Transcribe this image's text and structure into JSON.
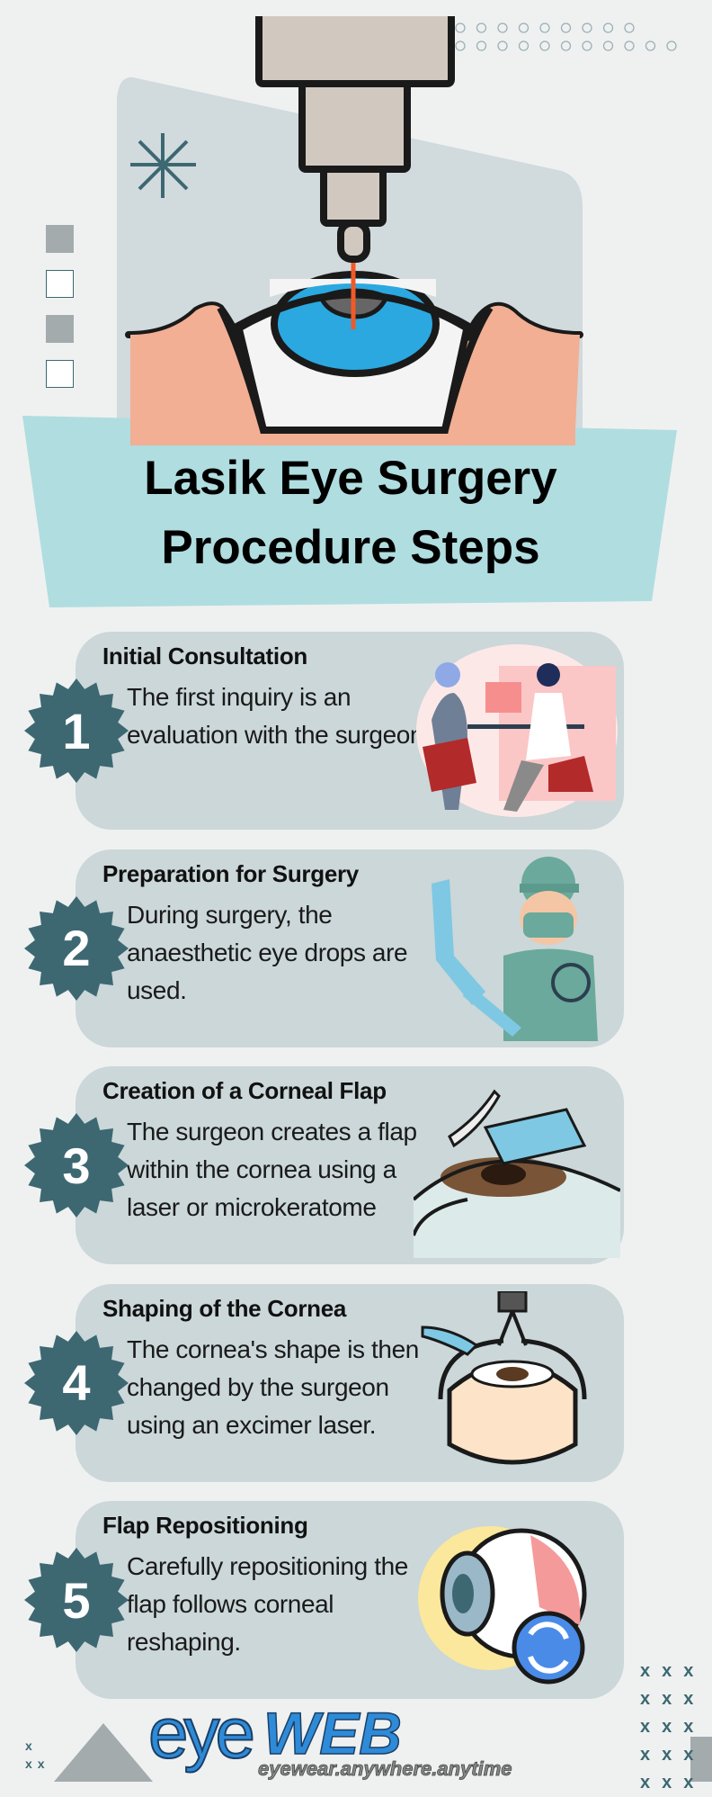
{
  "header": {
    "title_line1": "Lasik Eye Surgery",
    "title_line2": "Procedure Steps"
  },
  "steps": [
    {
      "number": "1",
      "title": "Initial Consultation",
      "body": "The first inquiry is an evaluation with the surgeon.",
      "icon": "consultation-illustration"
    },
    {
      "number": "2",
      "title": "Preparation for Surgery",
      "body": "During surgery, the anaesthetic eye drops are used.",
      "icon": "surgeon-illustration"
    },
    {
      "number": "3",
      "title": "Creation of a Corneal Flap",
      "body": "The surgeon creates a flap within the cornea using a laser or microkeratome",
      "icon": "corneal-flap-illustration"
    },
    {
      "number": "4",
      "title": "Shaping of the Cornea",
      "body": "The cornea's shape is then changed by the surgeon using an excimer laser.",
      "icon": "laser-eye-illustration"
    },
    {
      "number": "5",
      "title": "Flap Repositioning",
      "body": "Carefully repositioning the flap follows corneal reshaping.",
      "icon": "eye-refresh-illustration"
    }
  ],
  "footer": {
    "logo_left": "eye",
    "logo_right": "WEB",
    "tagline": "eyewear.anywhere.anytime"
  },
  "colors": {
    "teal": "#3d6872",
    "band": "#b0dde0",
    "card": "#cbd7d9",
    "accent_blue": "#2e8bd8",
    "laser": "#f05a28"
  }
}
